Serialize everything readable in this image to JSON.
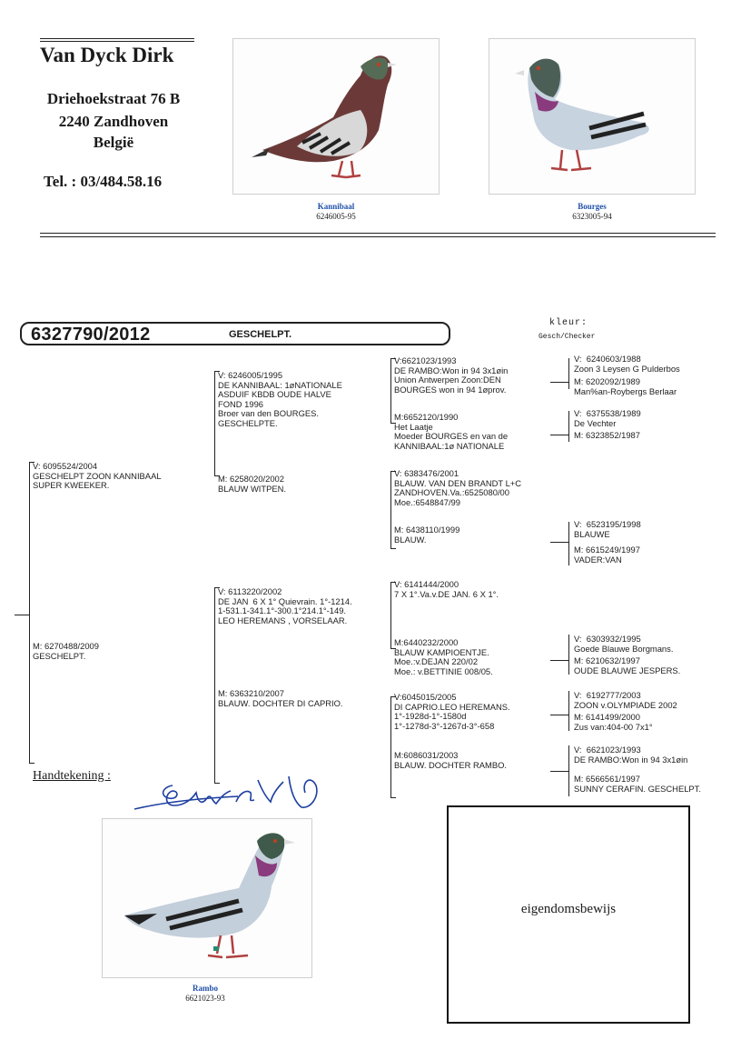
{
  "owner": {
    "name": "Van Dyck Dirk",
    "street": "Driehoekstraat 76 B",
    "city": "2240 Zandhoven",
    "country": "België",
    "tel": "Tel. : 03/484.58.16"
  },
  "photos": {
    "kannibaal": {
      "name": "Kannibaal",
      "ring": "6246005-95"
    },
    "bourges": {
      "name": "Bourges",
      "ring": "6323005-94"
    },
    "rambo": {
      "name": "Rambo",
      "ring": "6621023-93"
    }
  },
  "pigeon": {
    "ring": "6327790/2012",
    "color": "GESCHELPT.",
    "kleur_label": "kleur:",
    "kleur_value": "Gesch/Checker"
  },
  "pedigree": {
    "father": {
      "tag": "V:",
      "text": "6095524/2004\nGESCHELPT ZOON KANNIBAAL\nSUPER KWEEKER."
    },
    "mother": {
      "tag": "M:",
      "text": "6270488/2009\nGESCHELPT."
    },
    "ff": {
      "tag": "V:",
      "text": "6246005/1995\nDE KANNIBAAL: 1øNATIONALE\nASDUIF KBDB OUDE HALVE\nFOND 1996\nBroer van den BOURGES.\nGESCHELPTE."
    },
    "fm": {
      "tag": "M:",
      "text": "6258020/2002\nBLAUW WITPEN."
    },
    "mf": {
      "tag": "V:",
      "text": "6113220/2002\nDE JAN  6 X 1° Quievrain. 1°-1214.\n1-531.1-341.1°-300.1°214.1°-149.\nLEO HEREMANS , VORSELAAR."
    },
    "mm": {
      "tag": "M:",
      "text": "6363210/2007\nBLAUW. DOCHTER DI CAPRIO."
    },
    "fff": {
      "tag": "V:",
      "text": "6621023/1993\nDE RAMBO:Won in 94 3x1øin\nUnion Antwerpen Zoon:DEN\nBOURGES won in 94 1øprov."
    },
    "ffm": {
      "tag": "M:",
      "text": "6652120/1990\nHet Laatje\nMoeder BOURGES en van de\nKANNIBAAL:1ø NATIONALE"
    },
    "fmf": {
      "tag": "V:",
      "text": "6383476/2001\nBLAUW. VAN DEN BRANDT L+C\nZANDHOVEN.Va.:6525080/00\nMoe.:6548847/99"
    },
    "fmm": {
      "tag": "M:",
      "text": "6438110/1999\nBLAUW."
    },
    "mff": {
      "tag": "V:",
      "text": "6141444/2000\n7 X 1°.Va.v.DE JAN. 6 X 1°."
    },
    "mfm": {
      "tag": "M:",
      "text": "6440232/2000\nBLAUW KAMPIOENTJE.\nMoe.:v.DEJAN 220/02\nMoe.: v.BETTINIE 008/05."
    },
    "mmf": {
      "tag": "V:",
      "text": "6045015/2005\nDI CAPRIO.LEO HEREMANS.\n1°-1928d-1°-1580d\n1°-1278d-3°-1267d-3°-658"
    },
    "mmm": {
      "tag": "M:",
      "text": "6086031/2003\nBLAUW. DOCHTER RAMBO."
    },
    "g1v": {
      "tag": "V:",
      "text": "6240603/1988\nZoon 3 Leysen G Pulderbos"
    },
    "g1m": {
      "tag": "M:",
      "text": "6202092/1989\nMan%an-Roybergs Berlaar"
    },
    "g2v": {
      "tag": "V:",
      "text": "6375538/1989\nDe Vechter"
    },
    "g2m": {
      "tag": "M:",
      "text": "6323852/1987"
    },
    "g4v": {
      "tag": "V:",
      "text": "6523195/1998\nBLAUWE"
    },
    "g4m": {
      "tag": "M:",
      "text": "6615249/1997\nVADER:VAN"
    },
    "g6v": {
      "tag": "V:",
      "text": "6303932/1995\nGoede Blauwe Borgmans."
    },
    "g6m": {
      "tag": "M:",
      "text": "6210632/1997\nOUDE BLAUWE JESPERS."
    },
    "g7v": {
      "tag": "V:",
      "text": "6192777/2003\nZOON v.OLYMPIADE 2002"
    },
    "g7m": {
      "tag": "M:",
      "text": "6141499/2000\nZus van:404-00 7x1°"
    },
    "g8v": {
      "tag": "V:",
      "text": "6621023/1993\nDE RAMBO:Won in 94 3x1øin"
    },
    "g8m": {
      "tag": "M:",
      "text": "6566561/1997\nSUNNY CERAFIN. GESCHELPT."
    }
  },
  "signature_label": "Handtekening :",
  "deed_label": "eigendomsbewijs"
}
